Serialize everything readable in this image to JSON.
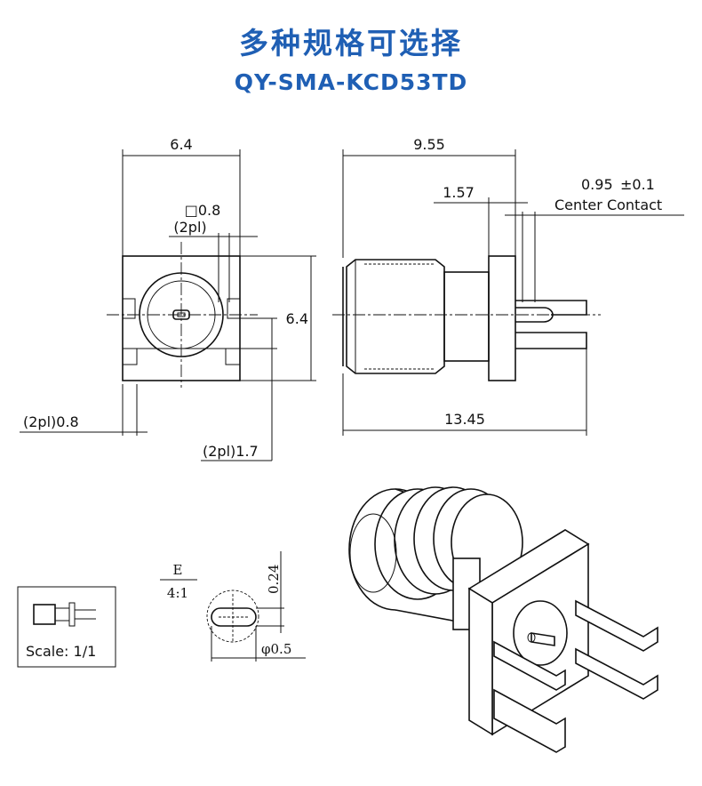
{
  "header": {
    "title": "多种规格可选择",
    "subtitle": "QY-SMA-KCD53TD"
  },
  "front_view": {
    "width_dim": "6.4",
    "pin_size": "□0.8",
    "pin_count": "(2pl)",
    "height_dim": "6.4",
    "foot_width": "(2pl)0.8",
    "foot_offset": "(2pl)1.7"
  },
  "side_view": {
    "body_length": "9.55",
    "flange_dim": "1.57",
    "contact_dim": "0.95",
    "contact_tol": "±0.1",
    "contact_label": "Center Contact",
    "total_length": "13.45"
  },
  "scale_box": {
    "label": "Scale: 1/1"
  },
  "detail_e": {
    "letter": "E",
    "ratio": "4:1",
    "height_dim": "0.24",
    "diameter_dim": "φ0.5"
  },
  "colors": {
    "title": "#1f5fb4",
    "line": "#111111"
  }
}
